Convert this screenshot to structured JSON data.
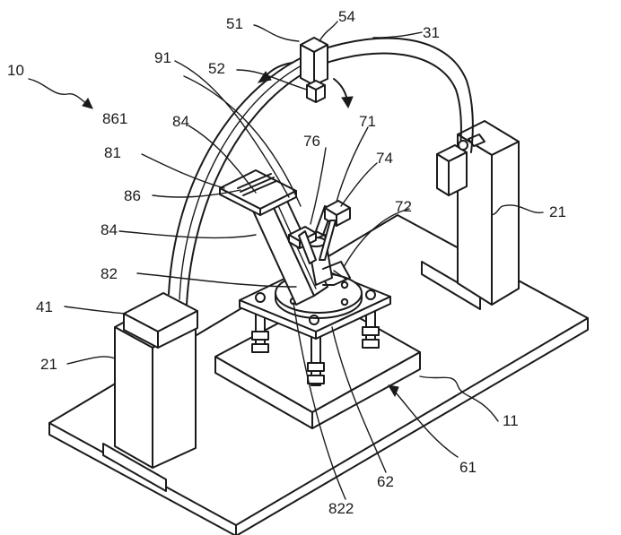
{
  "refs": {
    "r10": "10",
    "r11": "11",
    "r21a": "21",
    "r21b": "21",
    "r31": "31",
    "r41": "41",
    "r51": "51",
    "r52": "52",
    "r54": "54",
    "r61": "61",
    "r62": "62",
    "r71": "71",
    "r72": "72",
    "r74": "74",
    "r76": "76",
    "r81": "81",
    "r82": "82",
    "r822": "822",
    "r84a": "84",
    "r84b": "84",
    "r86": "86",
    "r861": "861",
    "r91": "91"
  }
}
